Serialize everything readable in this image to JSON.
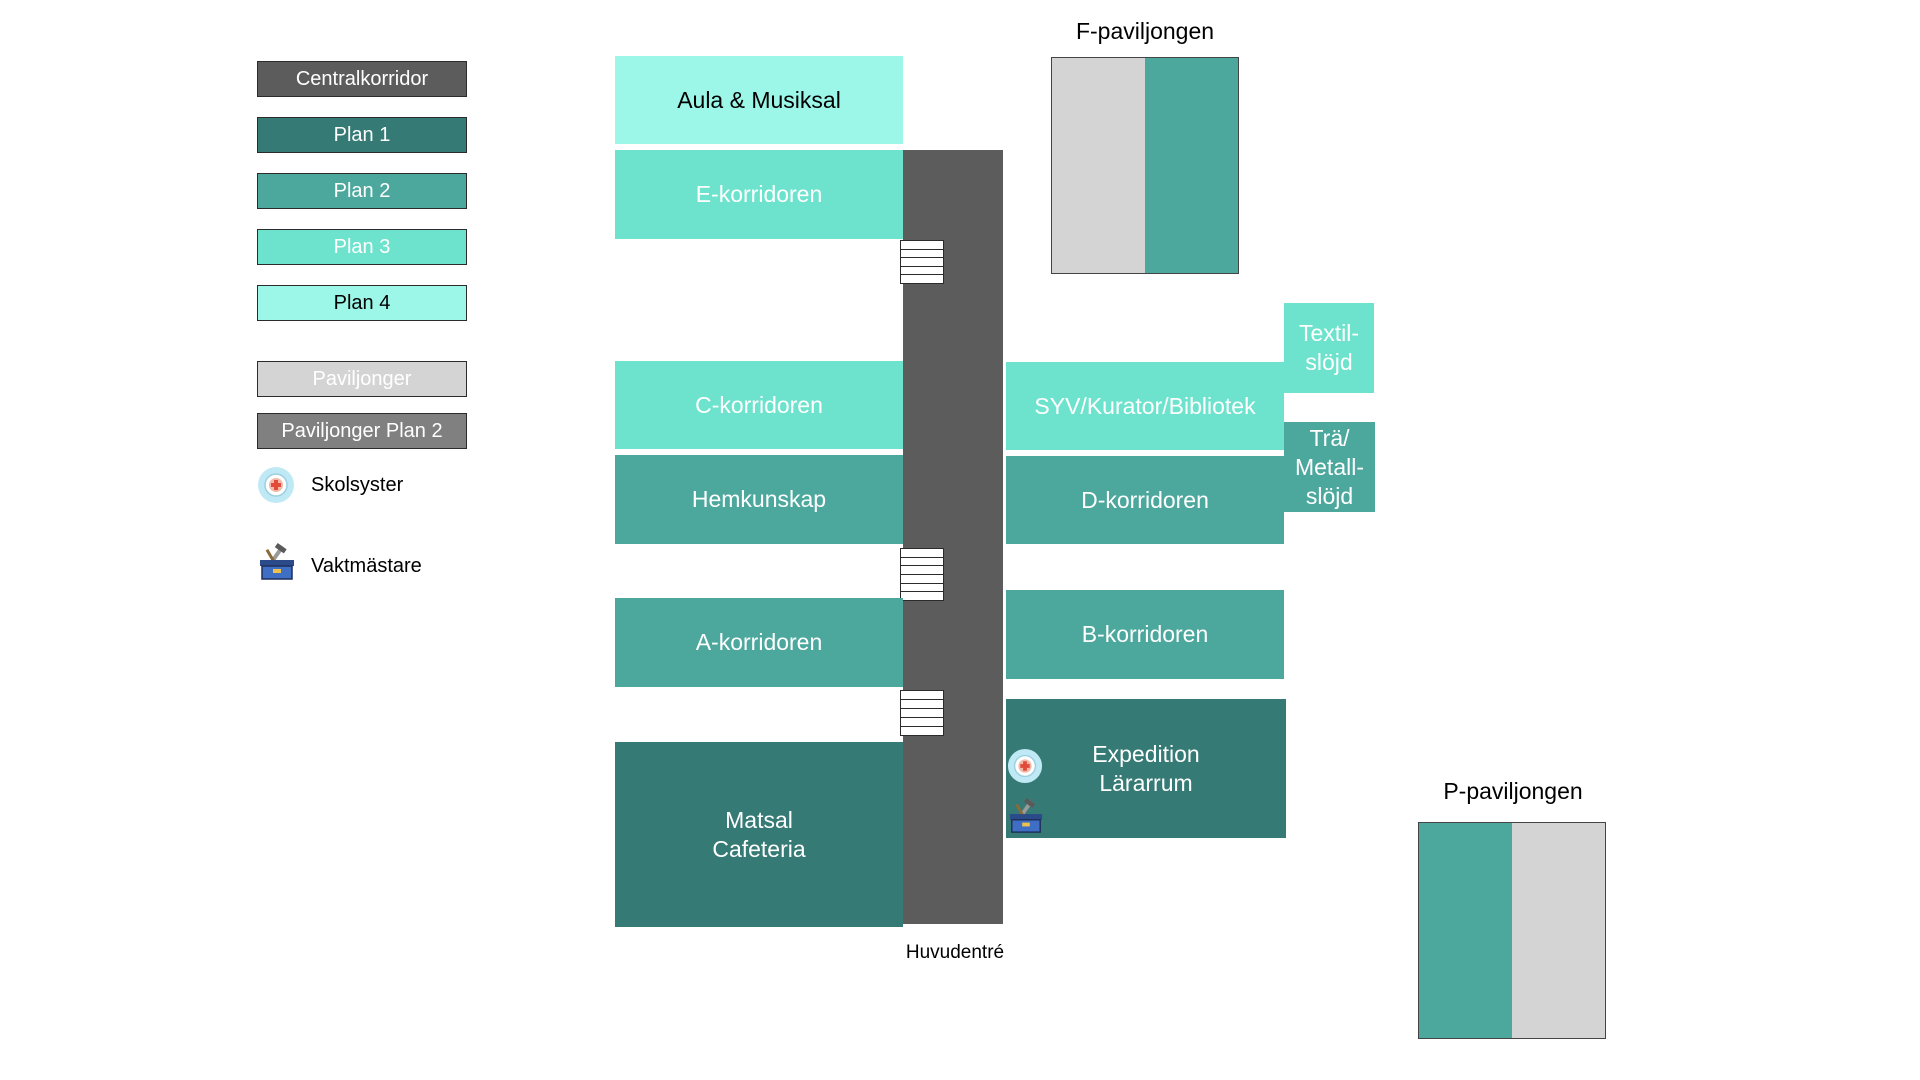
{
  "colors": {
    "central": "#5c5c5c",
    "plan1": "#357a74",
    "plan2": "#4ca89d",
    "plan3": "#6de3cd",
    "plan4": "#9cf7e8",
    "pavilion": "#d4d4d4",
    "pavilion_plan2": "#808080"
  },
  "legend": {
    "central": "Centralkorridor",
    "plan1": "Plan 1",
    "plan2": "Plan 2",
    "plan3": "Plan 3",
    "plan4": "Plan 4",
    "pavilion": "Paviljonger",
    "pavilion_plan2": "Paviljonger Plan 2",
    "nurse": "Skolsyster",
    "janitor": "Vaktmästare"
  },
  "icons": {
    "nurse": "nurse-icon",
    "janitor": "janitor-toolbox-icon"
  },
  "blocks": {
    "aula": "Aula & Musiksal",
    "e_corridor": "E-korridoren",
    "c_corridor": "C-korridoren",
    "hemkunskap": "Hemkunskap",
    "a_corridor": "A-korridoren",
    "matsal_1": "Matsal",
    "matsal_2": "Cafeteria",
    "syv": "SYV/Kurator/Bibliotek",
    "d_corridor": "D-korridoren",
    "b_corridor": "B-korridoren",
    "expedition_1": "Expedition",
    "expedition_2": "Lärarrum",
    "textil_1": "Textil-",
    "textil_2": "slöjd",
    "tra_1": "Trä/",
    "tra_2": "Metall-",
    "tra_3": "slöjd"
  },
  "main_entrance": "Huvudentré",
  "pavilions": {
    "f": "F-paviljongen",
    "p": "P-paviljongen"
  }
}
